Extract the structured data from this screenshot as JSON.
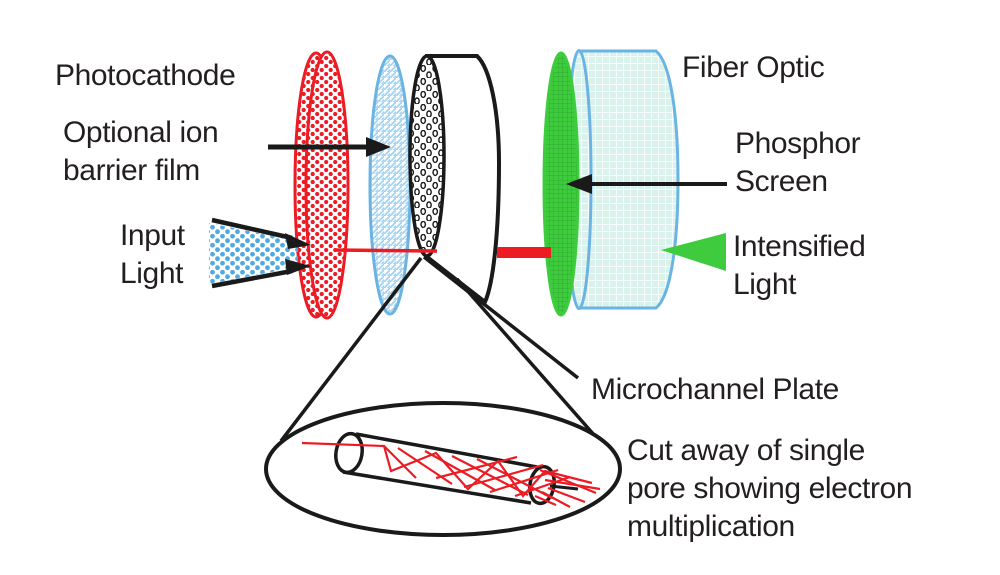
{
  "labels": {
    "photocathode": "Photocathode",
    "ion_barrier_line1": "Optional ion",
    "ion_barrier_line2": "barrier film",
    "input_light_line1": "Input",
    "input_light_line2": "Light",
    "fiber_optic": "Fiber Optic",
    "phosphor_line1": "Phosphor",
    "phosphor_line2": "Screen",
    "intensified_line1": "Intensified",
    "intensified_line2": "Light",
    "microchannel_plate": "Microchannel Plate",
    "cutaway_line1": "Cut away of single",
    "cutaway_line2": "pore showing electron",
    "cutaway_line3": "multiplication"
  },
  "colors": {
    "red": "#ed1c24",
    "blue_outline": "#6ab4e4",
    "blue_dots": "#4fa9e2",
    "hatch_blue": "#a6d2ef",
    "green": "#3ecc3e",
    "green_grid": "#2dab2d",
    "cyan_fill": "#daf2ec",
    "ink": "#231f20"
  }
}
